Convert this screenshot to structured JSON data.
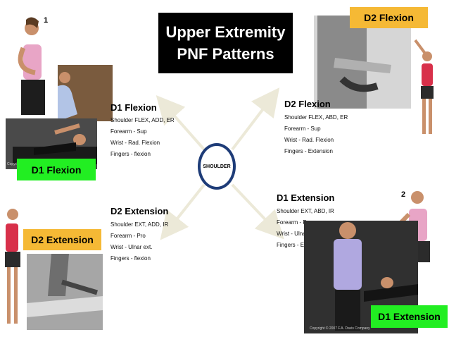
{
  "title": {
    "line1": "Upper Extremity",
    "line2": "PNF Patterns"
  },
  "center_label": "SHOULDER",
  "patterns": {
    "d1_flexion": {
      "heading": "D1 Flexion",
      "lines": [
        "Shoulder FLEX, ADD, ER",
        "Forearm - Sup",
        "Wrist - Rad. Flexion",
        "Fingers - flexion"
      ]
    },
    "d2_flexion": {
      "heading": "D2 Flexion",
      "lines": [
        "Shoulder FLEX, ABD, ER",
        "Forearm - Sup",
        "Wrist - Rad. Flexion",
        "Fingers - Extension"
      ]
    },
    "d2_extension": {
      "heading": "D2 Extension",
      "lines": [
        "Shoulder EXT, ADD, IR",
        "Forearm - Pro",
        "Wrist - Ulnar ext.",
        "Fingers - flexion"
      ]
    },
    "d1_extension": {
      "heading": "D1 Extension",
      "lines": [
        "Shoulder EXT,  ABD, IR",
        "Forearm - Pro",
        "Wrist - Ulnar extension",
        "Fingers - Extension"
      ]
    }
  },
  "tags": {
    "d1_flexion": "D1 Flexion",
    "d2_flexion": "D2 Flexion",
    "d2_extension": "D2 Extension",
    "d1_extension": "D1 Extension"
  },
  "numbers": {
    "one": "1",
    "two": "2"
  },
  "copyright": "Copyright © 2007 F.A. Davis Company",
  "colors": {
    "title_bg": "#000000",
    "circle": "#1e3c78",
    "green_tag": "#22ee22",
    "yellow_tag": "#f5b935"
  }
}
